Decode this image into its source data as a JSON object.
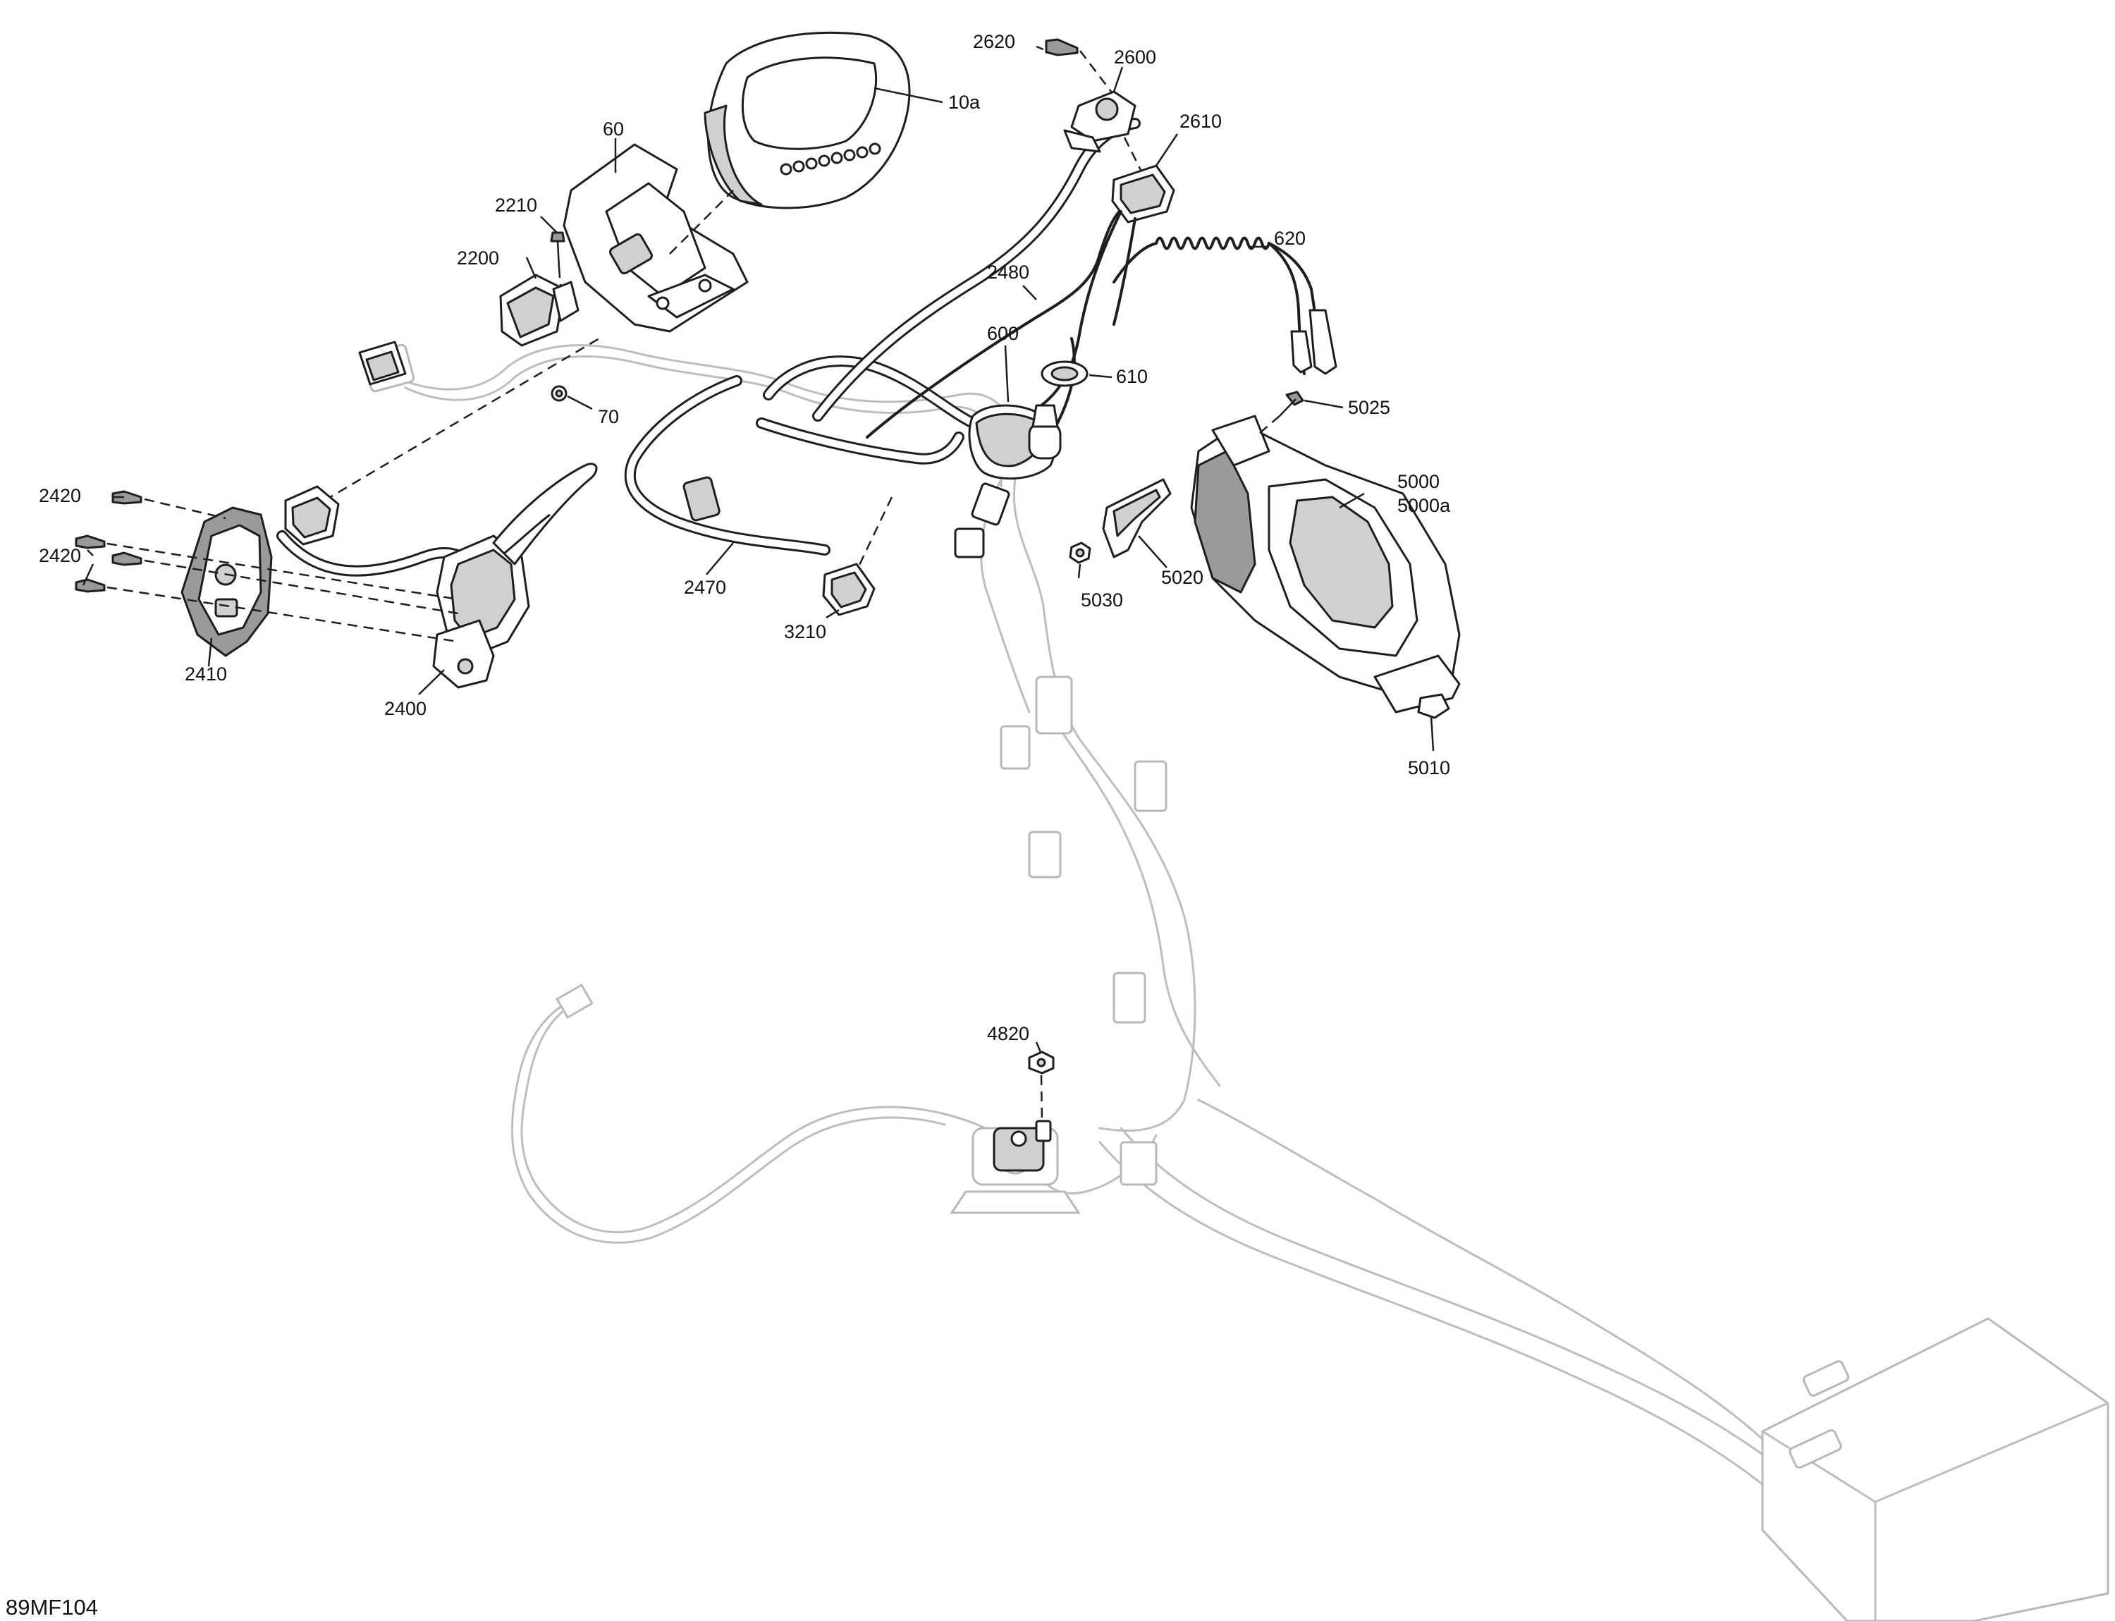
{
  "diagram": {
    "reference_code": "89MF104",
    "callouts": {
      "c10a": "10a",
      "c60": "60",
      "c70": "70",
      "c600": "600",
      "c610": "610",
      "c620": "620",
      "c2200": "2200",
      "c2210": "2210",
      "c2400": "2400",
      "c2410": "2410",
      "c2420a": "2420",
      "c2420b": "2420",
      "c2470": "2470",
      "c2480": "2480",
      "c2600": "2600",
      "c2610": "2610",
      "c2620": "2620",
      "c3210": "3210",
      "c4820": "4820",
      "c5000": "5000",
      "c5000a": "5000a",
      "c5010": "5010",
      "c5020": "5020",
      "c5025": "5025",
      "c5030": "5030"
    }
  }
}
